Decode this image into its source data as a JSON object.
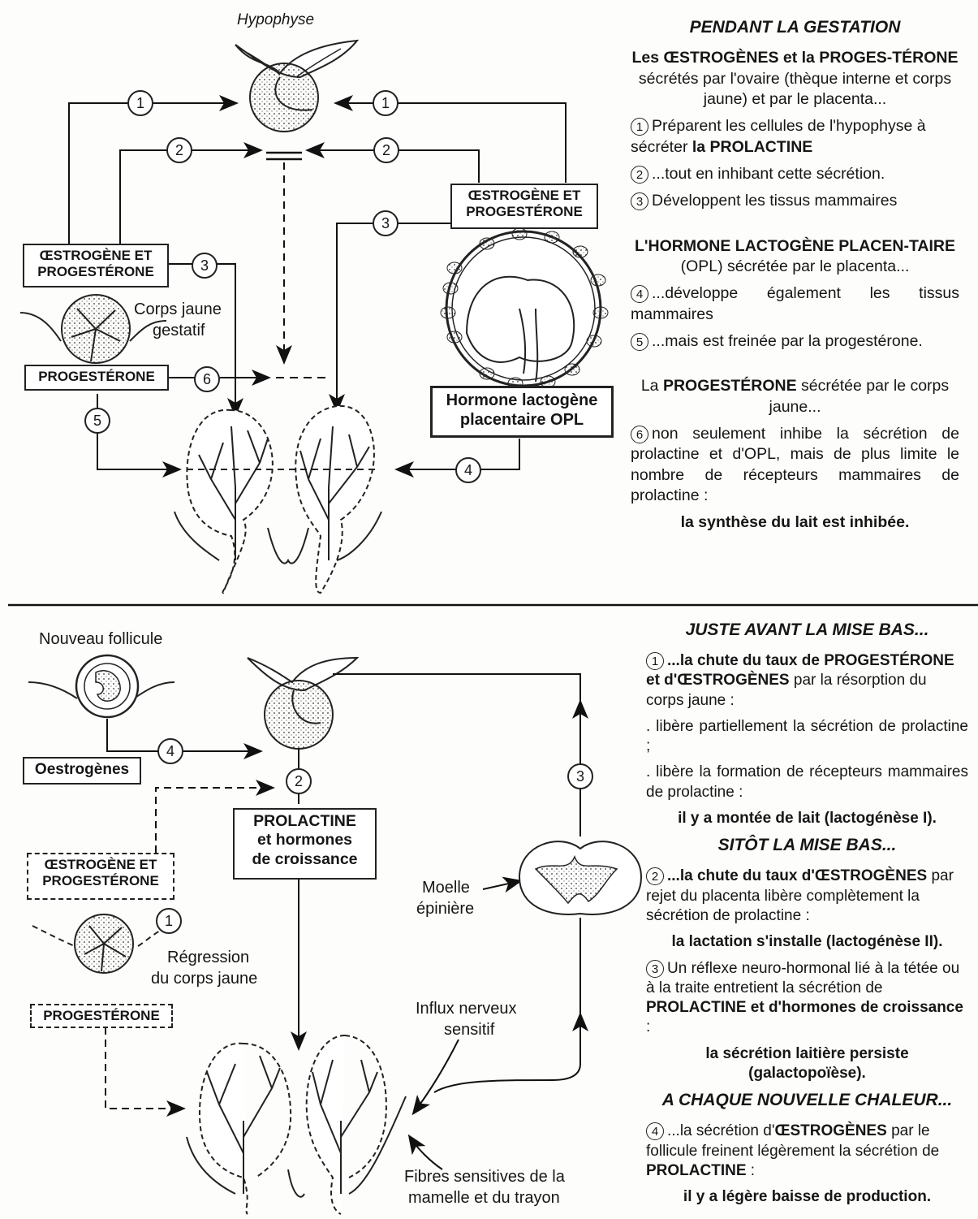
{
  "top": {
    "hypophyse_label": "Hypophyse",
    "box_oe_pro_left_1": "ŒSTROGÈNE ET",
    "box_oe_pro_left_2": "PROGESTÉRONE",
    "box_oe_pro_right_1": "ŒSTROGÈNE ET",
    "box_oe_pro_right_2": "PROGESTÉRONE",
    "box_progesterone": "PROGESTÉRONE",
    "box_opl_1": "Hormone lactogène",
    "box_opl_2": "placentaire OPL",
    "corps_jaune_1": "Corps jaune",
    "corps_jaune_2": "gestatif",
    "circles": [
      "1",
      "2",
      "3",
      "4",
      "5",
      "6"
    ],
    "panel": {
      "heading": "PENDANT LA GESTATION",
      "p1_bold": "Les ŒSTROGÈNES et la PROGES-TÉRONE",
      "p1_rest": " sécrétés par l'ovaire (thèque interne et corps jaune) et par le placenta...",
      "p2_num": "1",
      "p2_text": "Préparent les cellules de l'hypophyse à sécréter ",
      "p2_bold": "la PROLACTINE",
      "p3_num": "2",
      "p3_text": "...tout en inhibant cette sécrétion.",
      "p4_num": "3",
      "p4_text": "Développent  les tissus mammaires",
      "p5_bold": "L'HORMONE LACTOGÈNE PLACEN-TAIRE",
      "p5_rest": " (OPL) sécrétée par le placenta...",
      "p6_num": "4",
      "p6_text": "...développe également les tissus mammaires",
      "p7_num": "5",
      "p7_text": "...mais est freinée par la progestérone.",
      "p8_pre": "La ",
      "p8_bold": "PROGESTÉRONE",
      "p8_rest": " sécrétée par le corps jaune...",
      "p9_num": "6",
      "p9_text": "non seulement inhibe la sécrétion de prolactine et d'OPL, mais de plus limite le nombre de récepteurs mammaires de prolactine :",
      "p10": "la synthèse du lait est inhibée."
    }
  },
  "bottom": {
    "nouveau_follicule": "Nouveau follicule",
    "box_oestrogenes": "Oestrogènes",
    "box_prolactine_1": "PROLACTINE",
    "box_prolactine_2": "et hormones",
    "box_prolactine_3": "de croissance",
    "box_oe_pro_1": "ŒSTROGÈNE ET",
    "box_oe_pro_2": "PROGESTÉRONE",
    "regression_1": "Régression",
    "regression_2": "du corps jaune",
    "box_progesterone": "PROGESTÉRONE",
    "moelle_1": "Moelle",
    "moelle_2": "épinière",
    "influx_1": "Influx nerveux",
    "influx_2": "sensitif",
    "fibres_1": "Fibres sensitives de la",
    "fibres_2": "mamelle et du trayon",
    "circles": [
      "1",
      "2",
      "3",
      "4"
    ],
    "panel": {
      "heading1": "JUSTE AVANT LA MISE BAS...",
      "q1_num": "1",
      "q1_bold": "...la chute du taux de PROGESTÉRONE et d'ŒSTROGÈNES",
      "q1_rest": " par la résorption du corps jaune :",
      "q2": ". libère partiellement la sécrétion de prolactine ;",
      "q3": ". libère la formation de récepteurs mammaires de prolactine :",
      "q4": "il y a montée de lait (lactogénèse I).",
      "heading2": "SITÔT LA MISE BAS...",
      "q5_num": "2",
      "q5_bold": "...la chute du taux d'ŒSTROGÈNES",
      "q5_rest": " par rejet du placenta libère complètement la sécrétion de prolactine :",
      "q6": "la lactation s'installe (lactogénèse II).",
      "q7_num": "3",
      "q7_text": "Un réflexe neuro-hormonal lié à la tétée ou à la traite entretient la sécrétion de ",
      "q7_bold": "PROLACTINE et d'hormones de croissance",
      "q7_end": " :",
      "q8": "la sécrétion laitière persiste (galactopoïèse).",
      "heading3": "A CHAQUE NOUVELLE CHALEUR...",
      "q9_num": "4",
      "q9_text": "...la sécrétion d'",
      "q9_bold": "ŒSTROGÈNES",
      "q9_rest": " par le follicule freinent légèrement la sécrétion de ",
      "q9_bold2": "PROLACTINE",
      "q9_end": " :",
      "q10": "il y a légère baisse de production."
    }
  }
}
